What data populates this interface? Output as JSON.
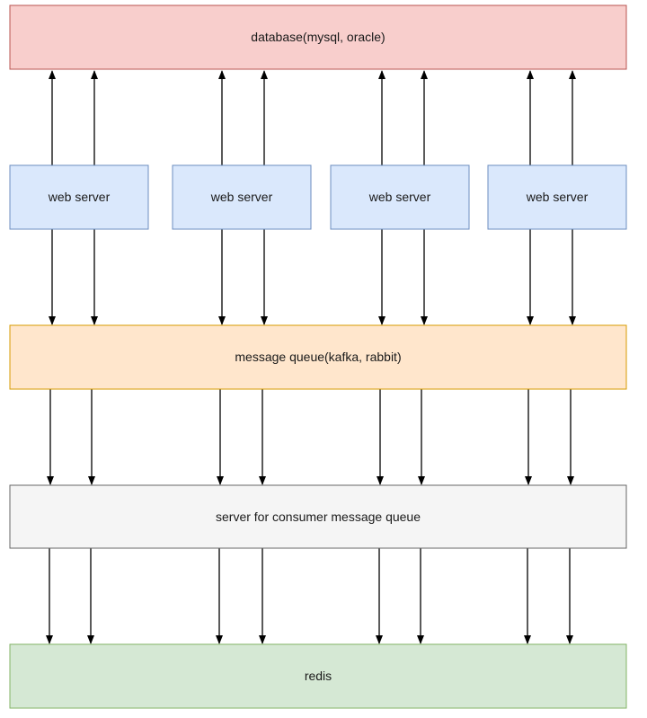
{
  "diagram": {
    "database": {
      "label": "database(mysql, oracle)",
      "fill": "#f8cecc",
      "stroke": "#b85450"
    },
    "web_servers": [
      {
        "label": "web server"
      },
      {
        "label": "web server"
      },
      {
        "label": "web server"
      },
      {
        "label": "web server"
      }
    ],
    "web_server_style": {
      "fill": "#dae8fc",
      "stroke": "#6c8ebf"
    },
    "message_queue": {
      "label": "message queue(kafka, rabbit)",
      "fill": "#ffe6cc",
      "stroke": "#d79b00"
    },
    "consumer_server": {
      "label": "server for consumer message queue",
      "fill": "#f5f5f5",
      "stroke": "#666666"
    },
    "redis": {
      "label": "redis",
      "fill": "#d5e8d4",
      "stroke": "#82b366"
    },
    "edges": [
      {
        "from": "web_servers.0",
        "to": "database"
      },
      {
        "from": "web_servers.0",
        "to": "database"
      },
      {
        "from": "web_servers.1",
        "to": "database"
      },
      {
        "from": "web_servers.1",
        "to": "database"
      },
      {
        "from": "web_servers.2",
        "to": "database"
      },
      {
        "from": "web_servers.2",
        "to": "database"
      },
      {
        "from": "web_servers.3",
        "to": "database"
      },
      {
        "from": "web_servers.3",
        "to": "database"
      },
      {
        "from": "web_servers.0",
        "to": "message_queue"
      },
      {
        "from": "web_servers.0",
        "to": "message_queue"
      },
      {
        "from": "web_servers.1",
        "to": "message_queue"
      },
      {
        "from": "web_servers.1",
        "to": "message_queue"
      },
      {
        "from": "web_servers.2",
        "to": "message_queue"
      },
      {
        "from": "web_servers.2",
        "to": "message_queue"
      },
      {
        "from": "web_servers.3",
        "to": "message_queue"
      },
      {
        "from": "web_servers.3",
        "to": "message_queue"
      },
      {
        "from": "message_queue",
        "to": "consumer_server"
      },
      {
        "from": "message_queue",
        "to": "consumer_server"
      },
      {
        "from": "message_queue",
        "to": "consumer_server"
      },
      {
        "from": "message_queue",
        "to": "consumer_server"
      },
      {
        "from": "message_queue",
        "to": "consumer_server"
      },
      {
        "from": "message_queue",
        "to": "consumer_server"
      },
      {
        "from": "message_queue",
        "to": "consumer_server"
      },
      {
        "from": "message_queue",
        "to": "consumer_server"
      },
      {
        "from": "consumer_server",
        "to": "redis"
      },
      {
        "from": "consumer_server",
        "to": "redis"
      },
      {
        "from": "consumer_server",
        "to": "redis"
      },
      {
        "from": "consumer_server",
        "to": "redis"
      },
      {
        "from": "consumer_server",
        "to": "redis"
      },
      {
        "from": "consumer_server",
        "to": "redis"
      },
      {
        "from": "consumer_server",
        "to": "redis"
      },
      {
        "from": "consumer_server",
        "to": "redis"
      }
    ],
    "arrow_color": "#000000"
  }
}
